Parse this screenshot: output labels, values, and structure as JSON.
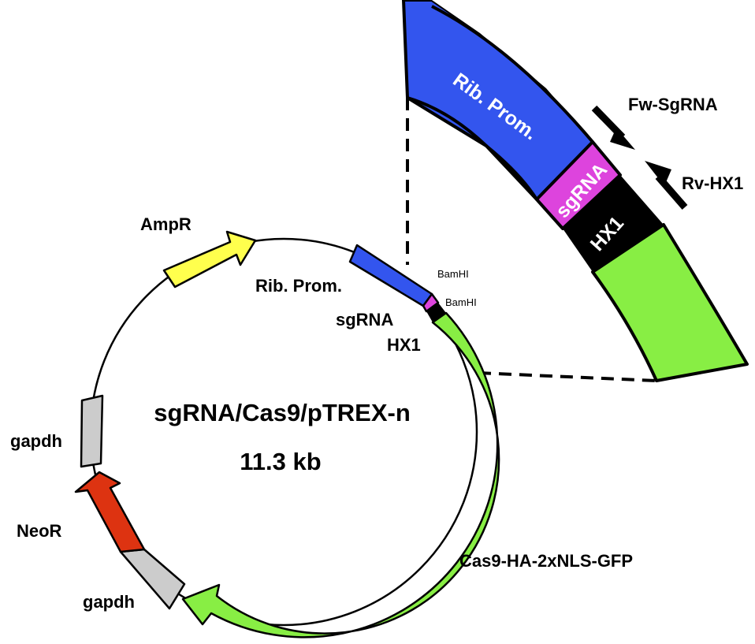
{
  "plasmid": {
    "name": "sgRNA/Cas9/pTREX-n",
    "size": "11.3 kb"
  },
  "features": {
    "ampr": "AmpR",
    "rib_prom": "Rib. Prom.",
    "sgrna": "sgRNA",
    "hx1": "HX1",
    "cas9": "Cas9-HA-2xNLS-GFP",
    "gapdh_top": "gapdh",
    "neor": "NeoR",
    "gapdh_bottom": "gapdh",
    "bamhi_1": "BamHI",
    "bamhi_2": "BamHI"
  },
  "zoom": {
    "rib_prom": "Rib. Prom.",
    "sgrna": "sgRNA",
    "hx1": "HX1",
    "fw_primer": "Fw-SgRNA",
    "rv_primer": "Rv-HX1"
  },
  "colors": {
    "ampr": "#ffff4d",
    "rib_prom": "#3355ee",
    "sgrna": "#dd44dd",
    "hx1": "#000000",
    "cas9": "#88ee44",
    "gapdh": "#cccccc",
    "neor": "#dd3311"
  }
}
